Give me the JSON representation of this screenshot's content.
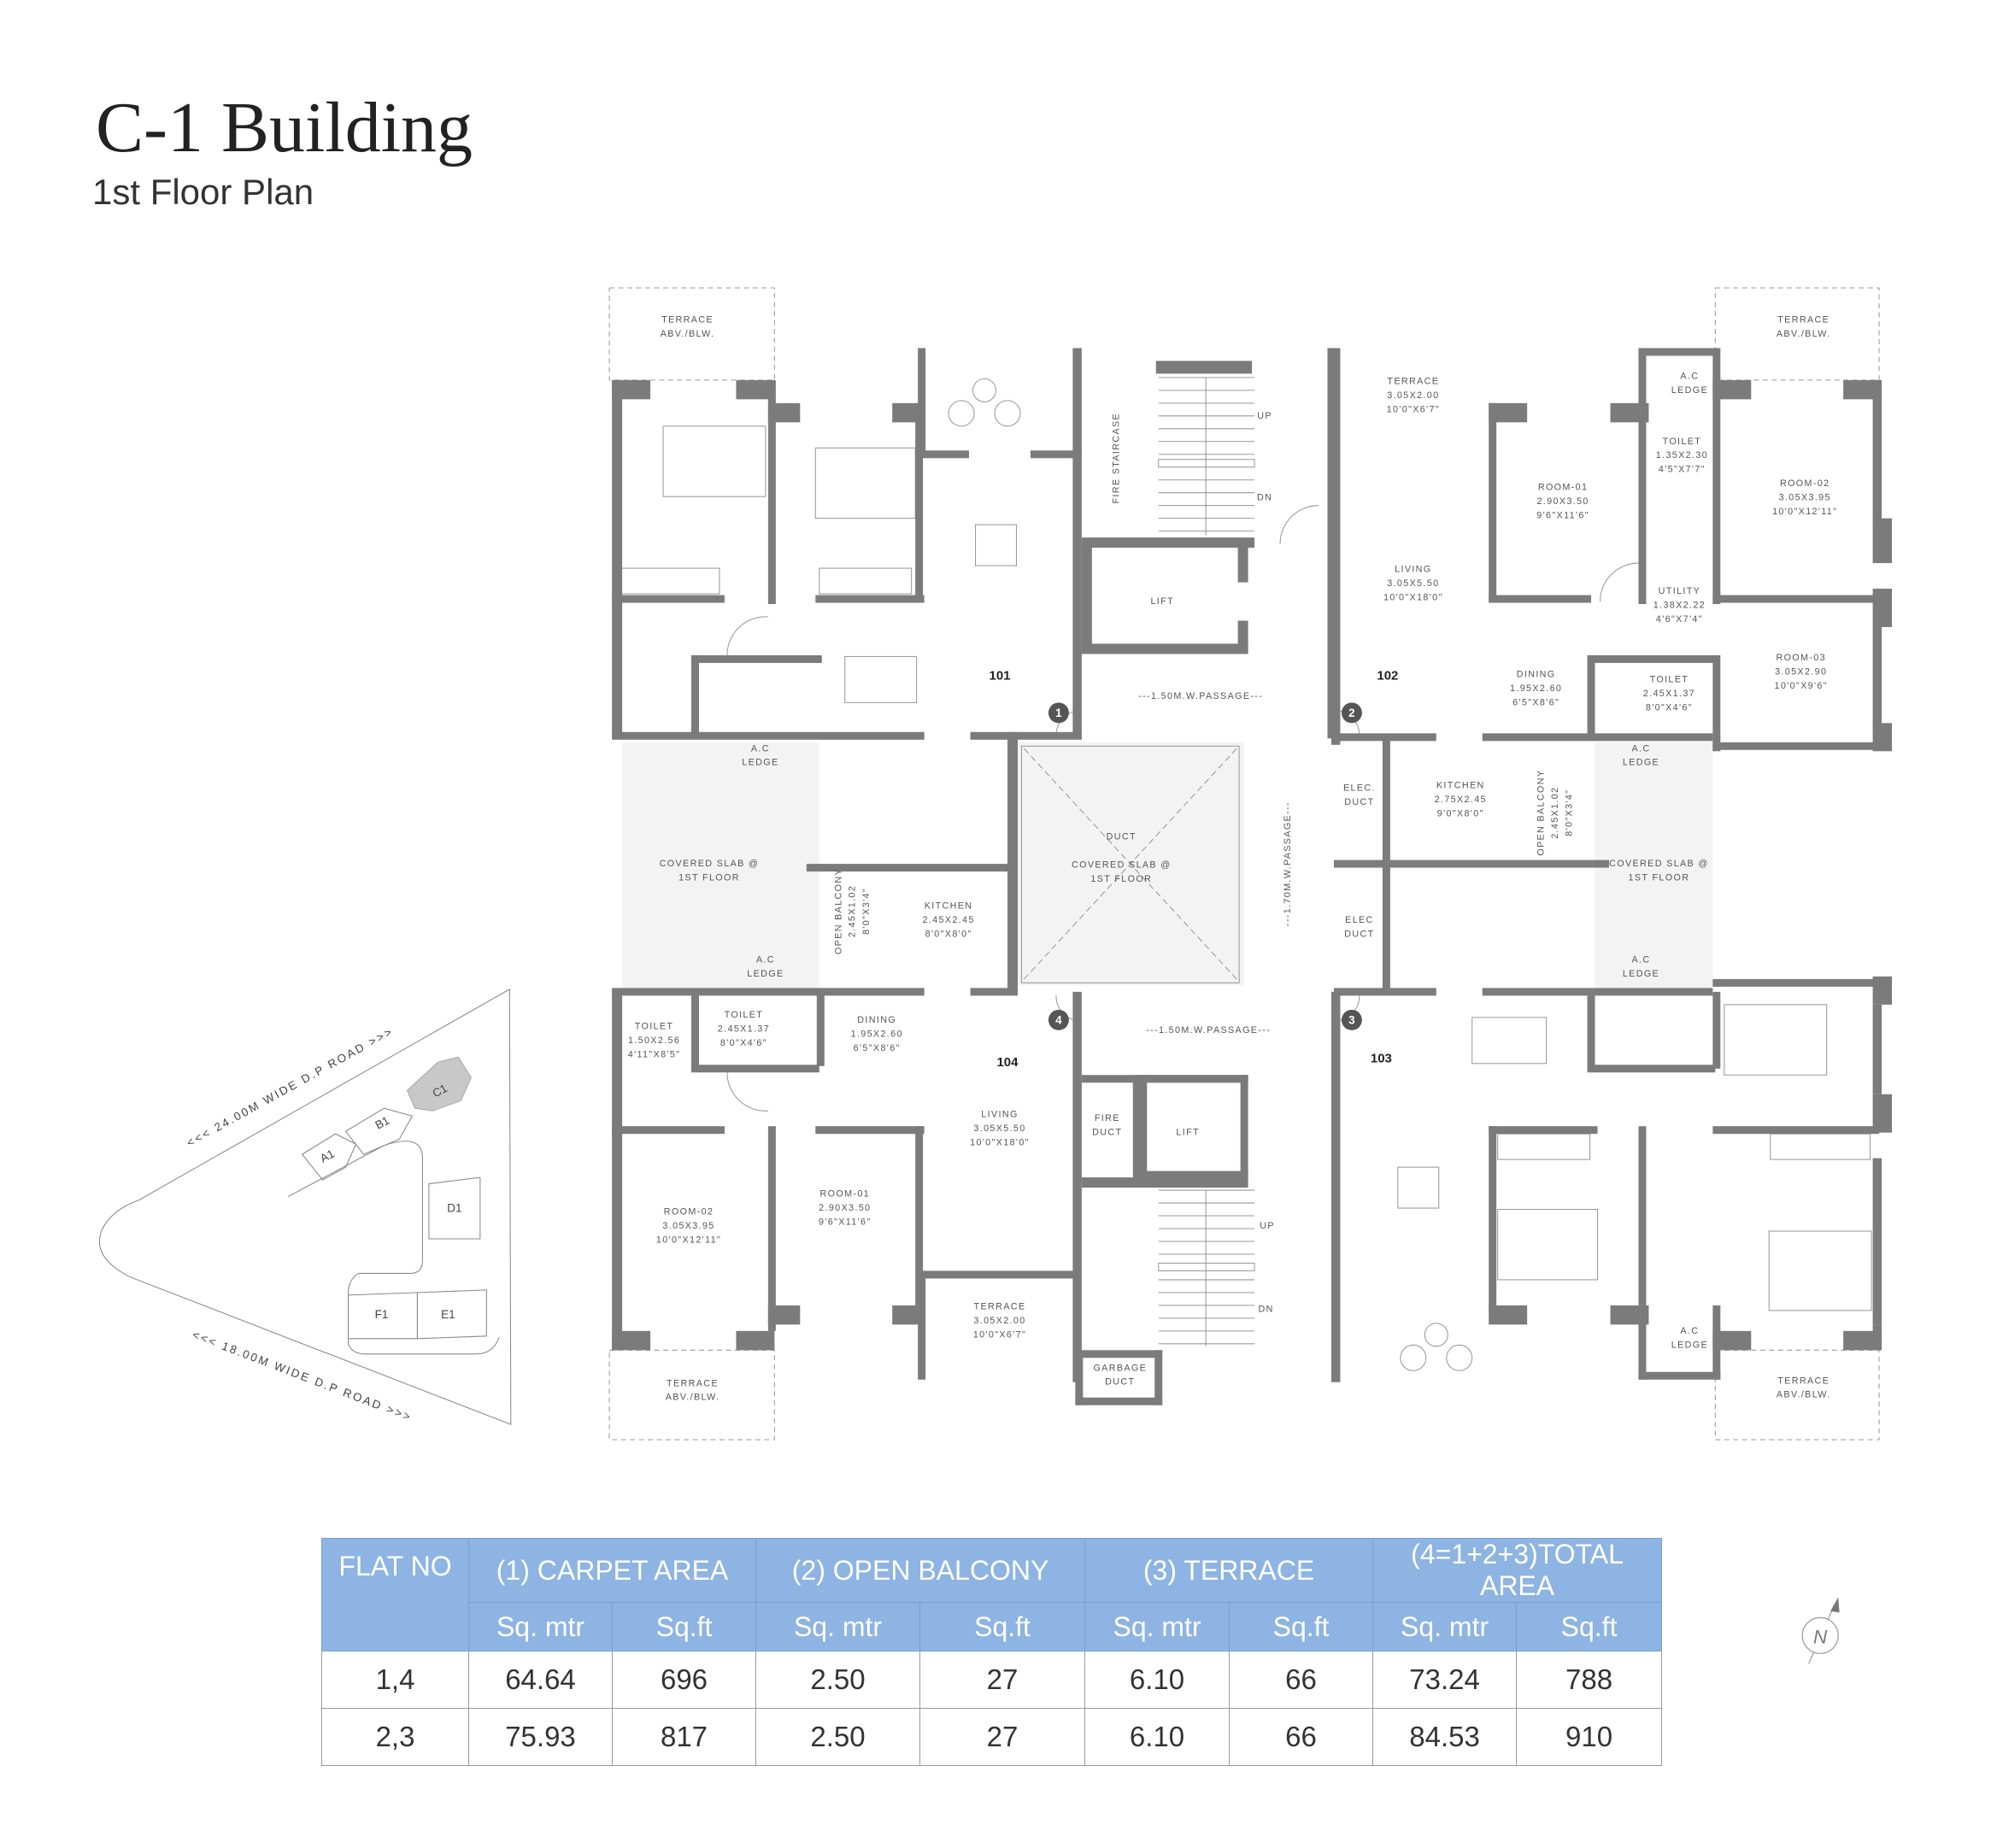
{
  "header": {
    "title": "C-1 Building",
    "subtitle": "1st Floor Plan"
  },
  "colors": {
    "wall": "#7b7b7b",
    "table_header": "#8db4e2",
    "site_highlight": "#c8c8c8"
  },
  "plan": {
    "flat_numbers": [
      "101",
      "102",
      "103",
      "104"
    ],
    "entry_markers": [
      "1",
      "2",
      "3",
      "4"
    ],
    "labels": [
      {
        "lines": [
          "TERRACE",
          "ABV./BLW."
        ]
      },
      {
        "lines": [
          "TERRACE",
          "ABV./BLW."
        ]
      },
      {
        "lines": [
          "TERRACE",
          "ABV./BLW."
        ]
      },
      {
        "lines": [
          "TERRACE",
          "ABV./BLW."
        ]
      },
      {
        "lines": [
          "FIRE STAIRCASE"
        ]
      },
      {
        "lines": [
          "UP"
        ]
      },
      {
        "lines": [
          "DN"
        ]
      },
      {
        "lines": [
          "LIFT"
        ]
      },
      {
        "lines": [
          "---1.50M.W.PASSAGE---"
        ]
      },
      {
        "lines": [
          "A.C",
          "LEDGE"
        ]
      },
      {
        "lines": [
          "COVERED SLAB @",
          "1ST FLOOR"
        ]
      },
      {
        "lines": [
          "OPEN BALCONY",
          "2.45X1.02",
          "8'0\"X3'4\""
        ]
      },
      {
        "lines": [
          "KITCHEN",
          "2.45X2.45",
          "8'0\"X8'0\""
        ]
      },
      {
        "lines": [
          "A.C",
          "LEDGE"
        ]
      },
      {
        "lines": [
          "DUCT"
        ]
      },
      {
        "lines": [
          "COVERED SLAB @",
          "1ST FLOOR"
        ]
      },
      {
        "lines": [
          "---1.70M.W.PASSAGE---"
        ]
      },
      {
        "lines": [
          "TERRACE",
          "3.05X2.00",
          "10'0\"X6'7\""
        ]
      },
      {
        "lines": [
          "A.C",
          "LEDGE"
        ]
      },
      {
        "lines": [
          "TOILET",
          "1.35X2.30",
          "4'5\"X7'7\""
        ]
      },
      {
        "lines": [
          "ROOM-01",
          "2.90X3.50",
          "9'6\"X11'6\""
        ]
      },
      {
        "lines": [
          "ROOM-02",
          "3.05X3.95",
          "10'0\"X12'11\""
        ]
      },
      {
        "lines": [
          "LIVING",
          "3.05X5.50",
          "10'0\"X18'0\""
        ]
      },
      {
        "lines": [
          "UTILITY",
          "1.38X2.22",
          "4'6\"X7'4\""
        ]
      },
      {
        "lines": [
          "DINING",
          "1.95X2.60",
          "6'5\"X8'6\""
        ]
      },
      {
        "lines": [
          "TOILET",
          "2.45X1.37",
          "8'0\"X4'6\""
        ]
      },
      {
        "lines": [
          "ROOM-03",
          "3.05X2.90",
          "10'0\"X9'6\""
        ]
      },
      {
        "lines": [
          "ELEC.",
          "DUCT"
        ]
      },
      {
        "lines": [
          "ELEC",
          "DUCT"
        ]
      },
      {
        "lines": [
          "KITCHEN",
          "2.75X2.45",
          "9'0\"X8'0\""
        ]
      },
      {
        "lines": [
          "OPEN BALCONY",
          "2.45X1.02",
          "8'0\"X3'4\""
        ]
      },
      {
        "lines": [
          "A.C",
          "LEDGE"
        ]
      },
      {
        "lines": [
          "COVERED SLAB @",
          "1ST FLOOR"
        ]
      },
      {
        "lines": [
          "A.C",
          "LEDGE"
        ]
      },
      {
        "lines": [
          "TOILET",
          "1.50X2.56",
          "4'11\"X8'5\""
        ]
      },
      {
        "lines": [
          "TOILET",
          "2.45X1.37",
          "8'0\"X4'6\""
        ]
      },
      {
        "lines": [
          "DINING",
          "1.95X2.60",
          "6'5\"X8'6\""
        ]
      },
      {
        "lines": [
          "---1.50M.W.PASSAGE---"
        ]
      },
      {
        "lines": [
          "LIVING",
          "3.05X5.50",
          "10'0\"X18'0\""
        ]
      },
      {
        "lines": [
          "FIRE",
          "DUCT"
        ]
      },
      {
        "lines": [
          "LIFT"
        ]
      },
      {
        "lines": [
          "ROOM-02",
          "3.05X3.95",
          "10'0\"X12'11\""
        ]
      },
      {
        "lines": [
          "ROOM-01",
          "2.90X3.50",
          "9'6\"X11'6\""
        ]
      },
      {
        "lines": [
          "UP"
        ]
      },
      {
        "lines": [
          "DN"
        ]
      },
      {
        "lines": [
          "TERRACE",
          "3.05X2.00",
          "10'0\"X6'7\""
        ]
      },
      {
        "lines": [
          "GARBAGE",
          "DUCT"
        ]
      },
      {
        "lines": [
          "A.C",
          "LEDGE"
        ]
      }
    ]
  },
  "site_map": {
    "road_north": "<<<  24.00M WIDE D.P ROAD  >>>",
    "road_south": "<<<  18.00M WIDE D.P ROAD  >>>",
    "buildings": [
      "A1",
      "B1",
      "C1",
      "D1",
      "F1",
      "E1"
    ],
    "highlighted": "C1"
  },
  "north_arrow": {
    "label": "N",
    "icon": "north-arrow-icon"
  },
  "area_table": {
    "groups": [
      "FLAT NO",
      "(1) CARPET AREA",
      "(2) OPEN BALCONY",
      "(3) TERRACE",
      "(4=1+2+3)TOTAL AREA"
    ],
    "units": [
      "Sq. mtr",
      "Sq.ft",
      "Sq. mtr",
      "Sq.ft",
      "Sq. mtr",
      "Sq.ft",
      "Sq. mtr",
      "Sq.ft"
    ],
    "rows": [
      [
        "1,4",
        "64.64",
        "696",
        "2.50",
        "27",
        "6.10",
        "66",
        "73.24",
        "788"
      ],
      [
        "2,3",
        "75.93",
        "817",
        "2.50",
        "27",
        "6.10",
        "66",
        "84.53",
        "910"
      ]
    ]
  }
}
